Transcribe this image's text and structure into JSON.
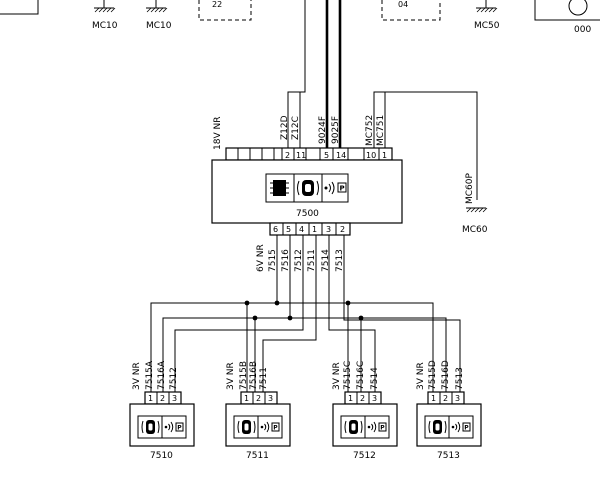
{
  "top": {
    "labels": [
      "MC10",
      "MC10",
      "MC50",
      "000"
    ],
    "partial_box_1": "22",
    "partial_box_2": "04"
  },
  "ecu": {
    "id": "7500",
    "supply_label": "18V NR",
    "top_pins": [
      "2",
      "11",
      "5",
      "14",
      "10",
      "1"
    ],
    "top_wires": [
      "Z12D",
      "Z12C",
      "9024F",
      "9025F",
      "MC752",
      "MC751"
    ],
    "bottom_pins": [
      "6",
      "5",
      "4",
      "1",
      "3",
      "2"
    ],
    "bottom_label": "6V NR",
    "bottom_wires": [
      "7515",
      "7516",
      "7512",
      "7511",
      "7514",
      "7513"
    ]
  },
  "ground": {
    "wire": "MC60P",
    "label": "MC60"
  },
  "sensors": [
    {
      "id": "7510",
      "connector": "3V NR",
      "pins": [
        "1",
        "2",
        "3"
      ],
      "wires": [
        "7515A",
        "7516A",
        "7512"
      ]
    },
    {
      "id": "7511",
      "connector": "3V NR",
      "pins": [
        "1",
        "2",
        "3"
      ],
      "wires": [
        "7515B",
        "7516B",
        "7511"
      ]
    },
    {
      "id": "7512",
      "connector": "3V NR",
      "pins": [
        "1",
        "2",
        "3"
      ],
      "wires": [
        "7515C",
        "7516C",
        "7514"
      ]
    },
    {
      "id": "7513",
      "connector": "3V NR",
      "pins": [
        "1",
        "2",
        "3"
      ],
      "wires": [
        "7515D",
        "7516D",
        "7513"
      ]
    }
  ],
  "icons": [
    "microchip-icon",
    "parking-sensor-icon",
    "sound-wave-icon",
    "parking-p-icon"
  ]
}
